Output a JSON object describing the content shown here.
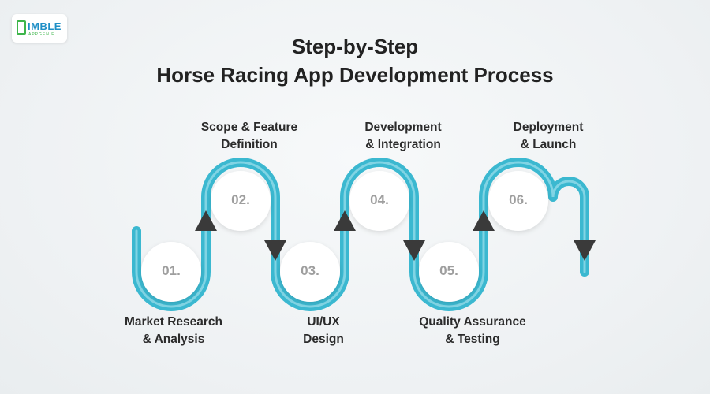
{
  "logo": {
    "word": "IMBLE",
    "sub": "APPGENIE"
  },
  "title": {
    "line1": "Step-by-Step",
    "line2": "Horse Racing App Development Process"
  },
  "colors": {
    "track": "#3bb8d0",
    "arrow": "#3a3a3a",
    "circle": "#ffffff",
    "number": "#9e9e9e"
  },
  "steps": [
    {
      "number": "01.",
      "label1": "Market Research",
      "label2": "& Analysis"
    },
    {
      "number": "02.",
      "label1": "Scope & Feature",
      "label2": "Definition"
    },
    {
      "number": "03.",
      "label1": "UI/UX",
      "label2": "Design"
    },
    {
      "number": "04.",
      "label1": "Development",
      "label2": "& Integration"
    },
    {
      "number": "05.",
      "label1": "Quality Assurance",
      "label2": "& Testing"
    },
    {
      "number": "06.",
      "label1": "Deployment",
      "label2": "& Launch"
    }
  ]
}
